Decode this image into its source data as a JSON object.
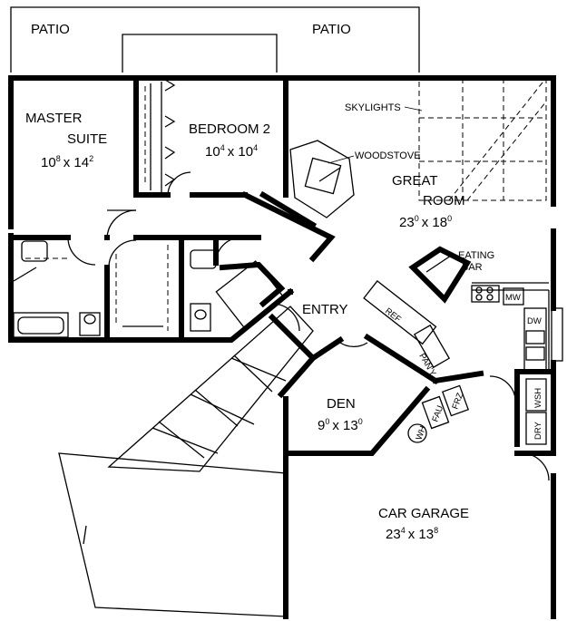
{
  "labels": {
    "patio_left": "PATIO",
    "patio_right": "PATIO",
    "master_suite_1": "MASTER",
    "master_suite_2": "SUITE",
    "master_dim_w": "10",
    "master_dim_w_sup": "8",
    "master_dim_h": "x 14",
    "master_dim_h_sup": "2",
    "bedroom2": "BEDROOM 2",
    "bedroom2_dim_w": "10",
    "bedroom2_dim_w_sup": "4",
    "bedroom2_dim_h": "x 10",
    "bedroom2_dim_h_sup": "4",
    "skylights": "SKYLIGHTS",
    "woodstove": "WOODSTOVE",
    "great_room_1": "GREAT",
    "great_room_2": "ROOM",
    "great_dim_w": "23",
    "great_dim_w_sup": "0",
    "great_dim_h": "x 18",
    "great_dim_h_sup": "0",
    "eating_bar_1": "EATING",
    "eating_bar_2": "BAR",
    "mw": "MW",
    "dw": "DW",
    "entry": "ENTRY",
    "ref": "REF",
    "pantry": "PAN'Y",
    "den": "DEN",
    "den_dim_w": "9",
    "den_dim_w_sup": "0",
    "den_dim_h": "x 13",
    "den_dim_h_sup": "0",
    "fau": "FAU",
    "frz": "FRZ",
    "wh": "WH",
    "wsh": "WSH",
    "dry": "DRY",
    "garage": "CAR GARAGE",
    "garage_dim_w": "23",
    "garage_dim_w_sup": "4",
    "garage_dim_h": "x 13",
    "garage_dim_h_sup": "8"
  }
}
